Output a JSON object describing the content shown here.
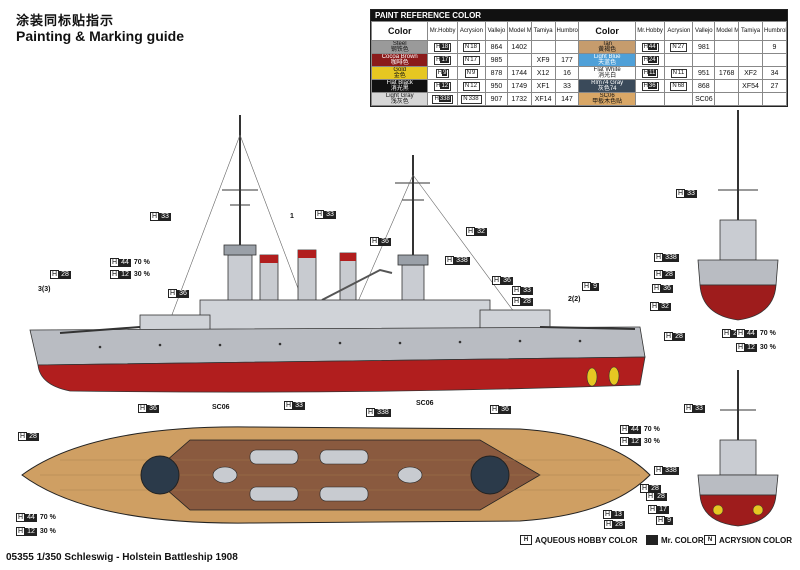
{
  "header": {
    "title_cn": "涂装同标贴指示",
    "title_en": "Painting & Marking guide"
  },
  "paint_table": {
    "heading": "PAINT REFERENCE COLOR",
    "columns": [
      "Color",
      "Mr.Hobby",
      "Acrysion",
      "Vallejo",
      "Model Master",
      "Tamiya",
      "Humbrol"
    ],
    "rows_left": [
      {
        "name": "Steel",
        "cn": "钢铁色",
        "swatch": "#9a9a9a",
        "hobby": "18",
        "acry": "18",
        "vallejo": "864",
        "mm": "1402",
        "tamiya": "",
        "humbrol": ""
      },
      {
        "name": "Cocoa Brown",
        "cn": "咖啡色",
        "swatch": "#8a1a1a",
        "hobby": "17",
        "acry": "17",
        "vallejo": "985",
        "mm": "",
        "tamiya": "XF9",
        "humbrol": "177"
      },
      {
        "name": "Gold",
        "cn": "金色",
        "swatch": "#e6c722",
        "hobby": "9",
        "acry": "9",
        "vallejo": "878",
        "mm": "1744",
        "tamiya": "X12",
        "humbrol": "16"
      },
      {
        "name": "Flat Black",
        "cn": "消光黑",
        "swatch": "#111111",
        "hobby": "12",
        "acry": "12",
        "vallejo": "950",
        "mm": "1749",
        "tamiya": "XF1",
        "humbrol": "33"
      },
      {
        "name": "Light Gray",
        "cn": "浅灰色",
        "swatch": "#d6d6d6",
        "hobby": "338",
        "acry": "338",
        "vallejo": "907",
        "mm": "1732",
        "tamiya": "XF14",
        "humbrol": "147"
      }
    ],
    "rows_right": [
      {
        "name": "Tan",
        "cn": "黄褐色",
        "swatch": "#c69c6d",
        "hobby": "44",
        "acry": "27",
        "vallejo": "981",
        "mm": "",
        "tamiya": "",
        "humbrol": "9"
      },
      {
        "name": "Light Blue",
        "cn": "天蓝色",
        "swatch": "#4fa0d8",
        "hobby": "24",
        "acry": "",
        "vallejo": "",
        "mm": "",
        "tamiya": "",
        "humbrol": ""
      },
      {
        "name": "Flat White",
        "cn": "消光白",
        "swatch": "#ffffff",
        "hobby": "11",
        "acry": "11",
        "vallejo": "951",
        "mm": "1768",
        "tamiya": "XF2",
        "humbrol": "34"
      },
      {
        "name": "Rlm74 Gray",
        "cn": "灰色74",
        "swatch": "#3a4a5a",
        "hobby": "36",
        "acry": "68",
        "vallejo": "868",
        "mm": "",
        "tamiya": "XF54",
        "humbrol": "27"
      },
      {
        "name": "SC06",
        "cn": "甲板木色贴",
        "swatch": "#d9a766",
        "hobby": "",
        "acry": "",
        "vallejo": "SC06",
        "mm": "",
        "tamiya": "",
        "humbrol": ""
      }
    ]
  },
  "callouts": {
    "side": [
      {
        "code": "33",
        "pct": ""
      },
      {
        "code": "33",
        "pct": ""
      },
      {
        "code": "36",
        "pct": ""
      },
      {
        "code": "32",
        "pct": ""
      },
      {
        "code": "338",
        "pct": ""
      },
      {
        "code": "44",
        "pct": "70 %"
      },
      {
        "code": "12",
        "pct": "30 %"
      },
      {
        "code": "28",
        "pct": ""
      },
      {
        "code": "36",
        "pct": ""
      },
      {
        "code": "36",
        "pct": ""
      },
      {
        "code": "33",
        "pct": ""
      },
      {
        "code": "28",
        "pct": ""
      },
      {
        "code": "9",
        "pct": ""
      },
      {
        "code": "28",
        "pct": ""
      }
    ],
    "numbers": {
      "one": "1",
      "three": "3(3)",
      "two": "2(2)"
    },
    "right_top": [
      {
        "code": "33"
      },
      {
        "code": "338"
      },
      {
        "code": "28"
      },
      {
        "code": "36"
      },
      {
        "code": "32"
      }
    ],
    "right_mid": [
      {
        "code": "28"
      },
      {
        "code": "44",
        "pct": "70 %"
      },
      {
        "code": "12",
        "pct": "30 %"
      }
    ],
    "top_view": [
      {
        "code": "36"
      },
      {
        "code": "33"
      },
      {
        "code": "338"
      },
      {
        "code": "36"
      },
      {
        "code": "28"
      },
      {
        "code": "44",
        "pct": "70 %"
      },
      {
        "code": "12",
        "pct": "30 %"
      },
      {
        "code": "44",
        "pct": "70 %"
      },
      {
        "code": "12",
        "pct": "30 %"
      },
      {
        "code": "13"
      },
      {
        "code": "28"
      },
      {
        "code": "28"
      }
    ],
    "sc06_a": "SC06",
    "sc06_b": "SC06",
    "right_bottom": [
      {
        "code": "33"
      },
      {
        "code": "338"
      },
      {
        "code": "28"
      },
      {
        "code": "17"
      },
      {
        "code": "9"
      }
    ]
  },
  "legend": {
    "hobby": "AQUEOUS HOBBY COLOR",
    "mr": "Mr. COLOR",
    "acry": "ACRYSION COLOR"
  },
  "footer": {
    "code": "05355",
    "scale": "1/350",
    "name": "Schleswig - Holstein Battleship 1908"
  },
  "colors": {
    "hull_red": "#b11e1e",
    "hull_gray": "#b9bcc2",
    "deck_wood": "#cf9f63",
    "superstructure": "#8a5a3f"
  }
}
